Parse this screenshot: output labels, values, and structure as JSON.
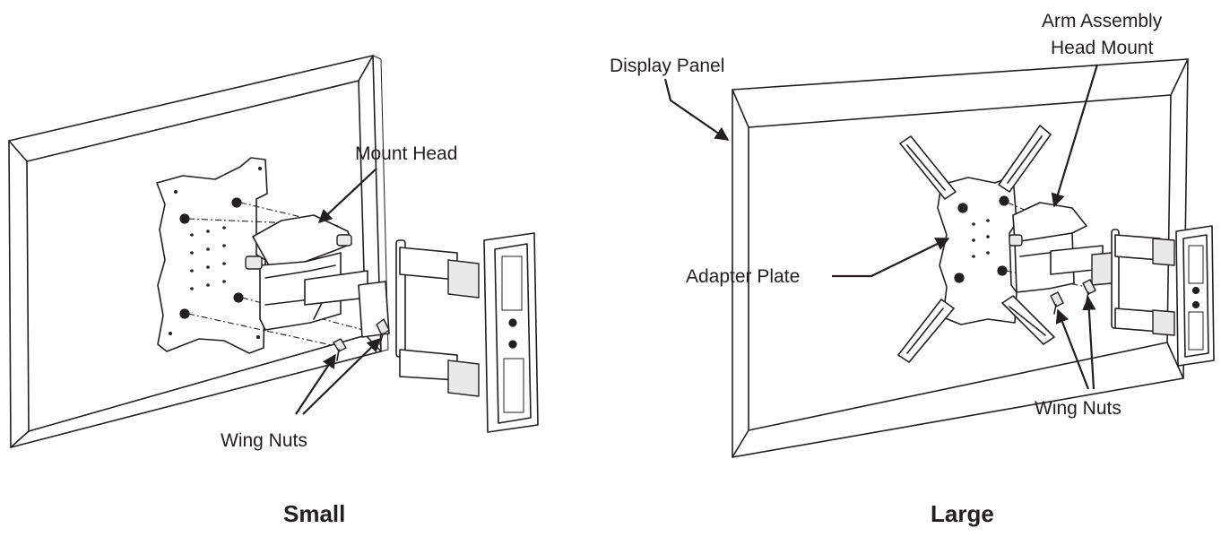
{
  "figures": [
    {
      "caption": "Small",
      "labels": {
        "mount_head": "Mount Head",
        "wing_nuts": "Wing Nuts"
      }
    },
    {
      "caption": "Large",
      "labels": {
        "display_panel": "Display Panel",
        "arm_assembly_line1": "Arm Assembly",
        "arm_assembly_line2": "Head Mount",
        "adapter_plate": "Adapter Plate",
        "wing_nuts": "Wing Nuts"
      }
    }
  ],
  "colors": {
    "ink": "#231f20",
    "background": "#ffffff"
  }
}
